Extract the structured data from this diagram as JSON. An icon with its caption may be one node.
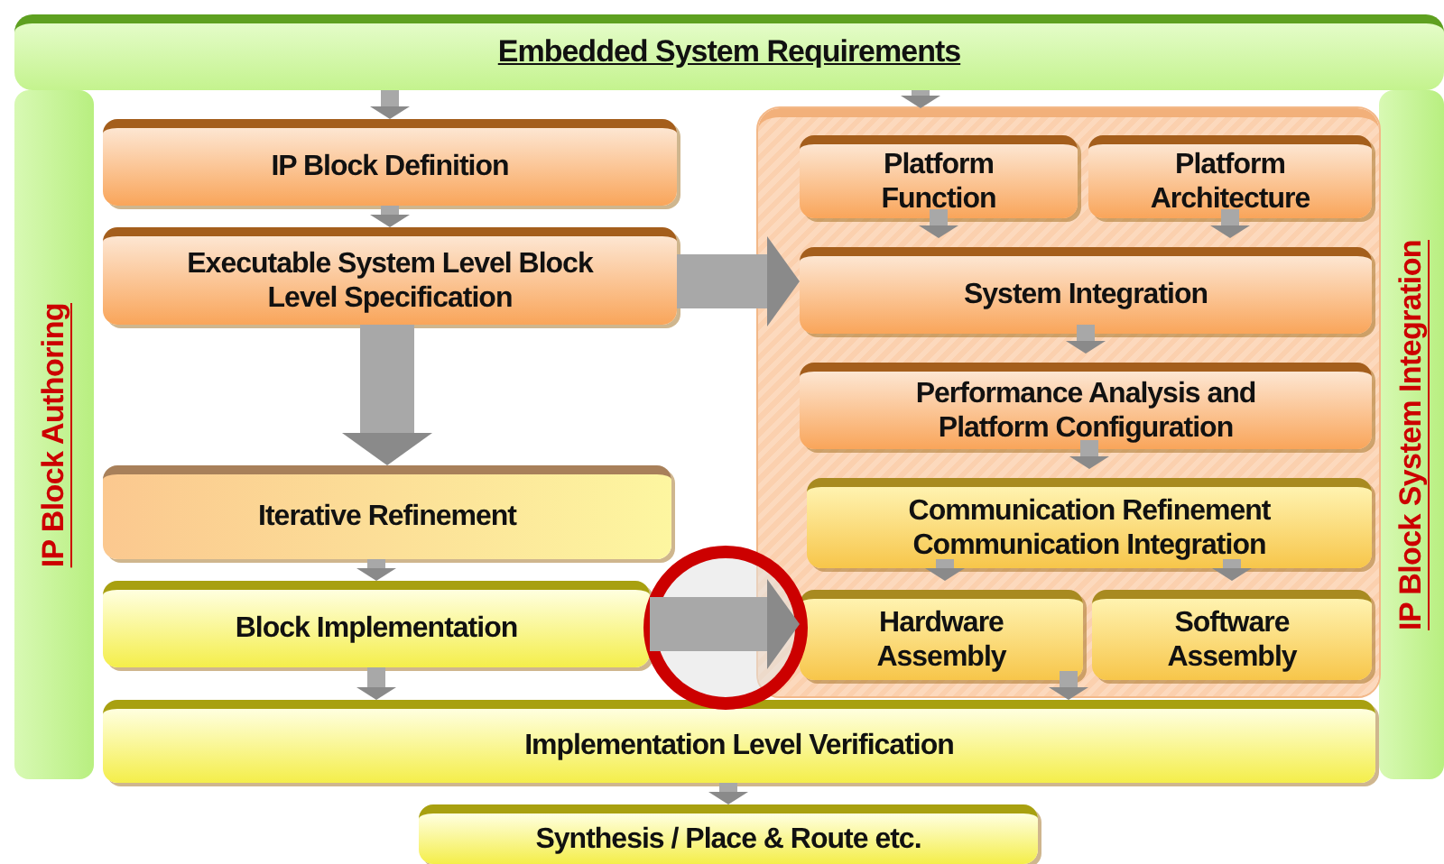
{
  "diagram": {
    "nodes": [
      {
        "text": [
          "Embedded System Requirements"
        ]
      },
      {
        "text": [
          "IP Block Authoring"
        ]
      },
      {
        "text": [
          "IP Block System Integration"
        ]
      },
      {
        "text": [],
        "shape": "box"
      },
      {
        "text": [
          "IP Block Definition"
        ]
      },
      {
        "text": [
          "Executable System Level Block Level Specification"
        ]
      },
      {
        "text": [
          "Iterative Refinement"
        ]
      },
      {
        "text": [
          "Block Implementation"
        ]
      },
      {
        "text": [
          "Platform Function"
        ],
        "in": 3
      },
      {
        "text": [
          "Platform Architecture"
        ],
        "in": 3
      },
      {
        "text": [
          "System Integration"
        ],
        "in": 3
      },
      {
        "text": [
          "Performance Analysis and Platform Configuration"
        ],
        "in": 3
      },
      {
        "text": [
          "Communication Refinement Communication Integration"
        ],
        "in": 3
      },
      {
        "text": [
          "Hardware Assembly"
        ],
        "in": 3
      },
      {
        "text": [
          "Software Assembly"
        ],
        "in": 3
      },
      {
        "text": [
          "Implementation Level Verification"
        ]
      },
      {
        "text": [
          "Synthesis / Place & Route etc."
        ]
      }
    ],
    "edges": [
      {
        "from": 0,
        "to": 4,
        "arrow": "to"
      },
      {
        "from": 0,
        "to": 3,
        "arrow": "to"
      },
      {
        "from": 4,
        "to": 5,
        "arrow": "to"
      },
      {
        "from": 5,
        "to": 6,
        "arrow": "to",
        "style": "thick"
      },
      {
        "from": 5,
        "to": 10,
        "arrow": "to",
        "style": "thick"
      },
      {
        "from": 8,
        "to": 10,
        "arrow": "to"
      },
      {
        "from": 9,
        "to": 10,
        "arrow": "to"
      },
      {
        "from": 10,
        "to": 11,
        "arrow": "to"
      },
      {
        "from": 11,
        "to": 12,
        "arrow": "to"
      },
      {
        "from": 6,
        "to": 7,
        "arrow": "to"
      },
      {
        "from": 12,
        "to": 13,
        "arrow": "to"
      },
      {
        "from": 12,
        "to": 14,
        "arrow": "to"
      },
      {
        "from": 7,
        "to": 13,
        "arrow": "to",
        "style": "thick"
      },
      {
        "from": 7,
        "to": 15,
        "arrow": "to"
      },
      {
        "from": 13,
        "to": 15,
        "arrow": "to"
      },
      {
        "from": 15,
        "to": 16,
        "arrow": "to"
      }
    ]
  }
}
